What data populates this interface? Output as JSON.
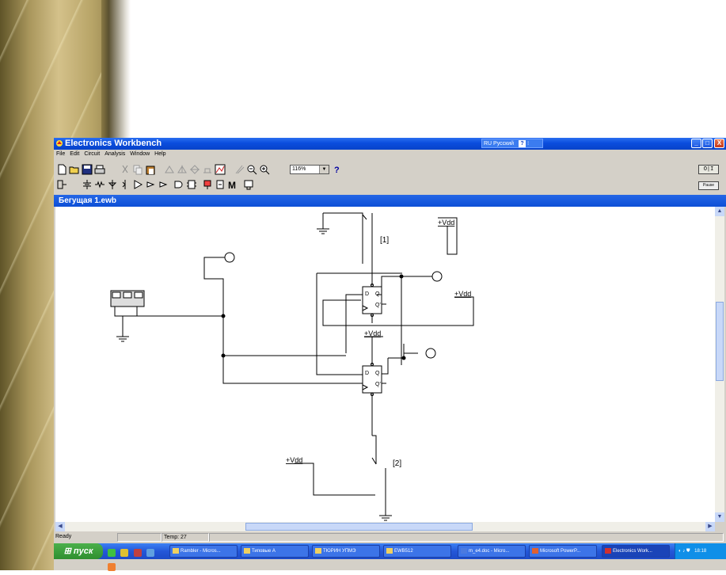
{
  "window": {
    "title": "Electronics Workbench",
    "language_indicator": "RU Русский",
    "minimize": "_",
    "maximize": "□",
    "close": "X"
  },
  "menu": [
    "File",
    "Edit",
    "Circuit",
    "Analysis",
    "Window",
    "Help"
  ],
  "toolbar": {
    "zoom_value": "116%",
    "help_label": "?",
    "power_label": "O|I",
    "pause_label": "Pause"
  },
  "document": {
    "title": "Бегущая 1.ewb"
  },
  "circuit": {
    "switch1_label": "[1]",
    "switch2_label": "[2]",
    "vdd_label": "+Vdd",
    "flipflop_pins": {
      "d": "D",
      "q": "Q",
      "qbar": "Q'"
    }
  },
  "status": {
    "ready": "Ready",
    "temp": "Temp:  27"
  },
  "taskbar": {
    "start": "пуск",
    "tasks": [
      "Rambler - Micros...",
      "Типовые А",
      "ТЮРИН УПМЭ",
      "EWB512",
      "m_e4.doc - Micro...",
      "Microsoft PowerP...",
      "Electronics Work..."
    ],
    "clock": "18:18"
  }
}
